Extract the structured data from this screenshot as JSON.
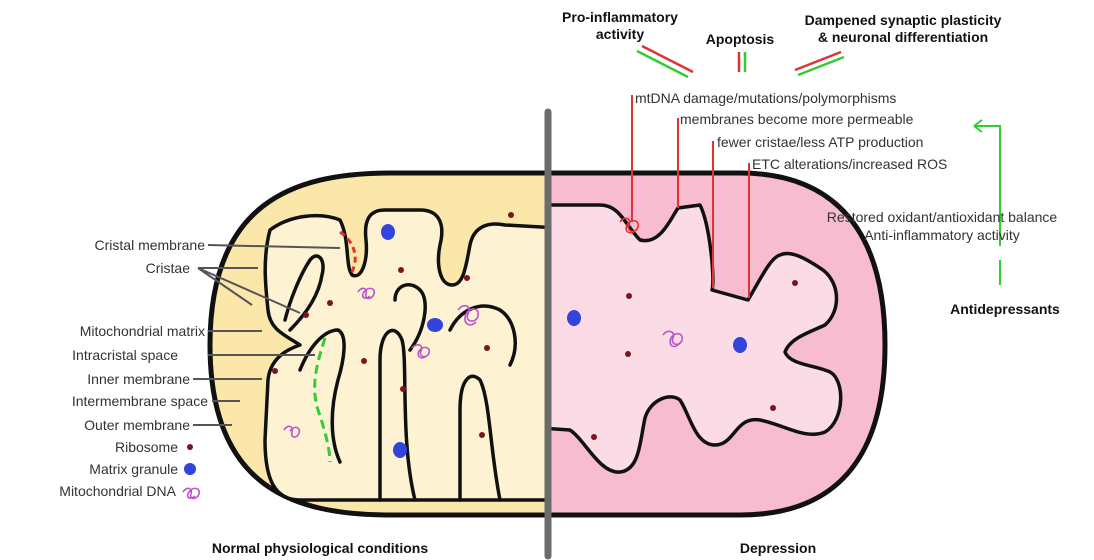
{
  "colors": {
    "normal_fill": "#fbe7a9",
    "depression_fill": "#f7bcd0",
    "inner_normal": "#fdf3d3",
    "inner_depression": "#fbdbe6",
    "ribosome": "#7a1420",
    "granule": "#3344dd",
    "dna": "#bb55cc",
    "red_line": "#e03333",
    "green_line": "#33cc33",
    "divider": "#666666"
  },
  "legend_labels": {
    "cristal_membrane": "Cristal membrane",
    "cristae": "Cristae",
    "mitochondrial_matrix": "Mitochondrial matrix",
    "intracristal_space": "Intracristal space",
    "inner_membrane": "Inner membrane",
    "intermembrane_space": "Intermembrane space",
    "outer_membrane": "Outer membrane",
    "ribosome": "Ribosome",
    "matrix_granule": "Matrix granule",
    "mitochondrial_dna": "Mitochondrial DNA"
  },
  "effects": {
    "pro_inflammatory_line1": "Pro-inflammatory",
    "pro_inflammatory_line2": "activity",
    "apoptosis": "Apoptosis",
    "dampened_line1": "Dampened synaptic plasticity",
    "dampened_line2": "& neuronal differentiation"
  },
  "alterations": [
    "mtDNA damage/mutations/polymorphisms",
    "membranes become more permeable",
    "fewer cristae/less ATP production",
    "ETC alterations/increased ROS"
  ],
  "antidepressants": {
    "label": "Antidepressants",
    "effect_line1": "Restored oxidant/antioxidant balance",
    "effect_line2": "Anti-inflammatory activity"
  },
  "captions": {
    "normal": "Normal physiological conditions",
    "depression": "Depression"
  }
}
